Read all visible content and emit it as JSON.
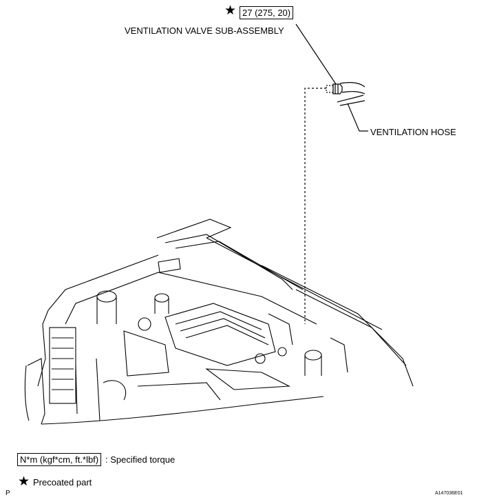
{
  "callouts": {
    "torque_value": "27 (275, 20)",
    "valve_label": "VENTILATION VALVE SUB-ASSEMBLY",
    "hose_label": "VENTILATION HOSE"
  },
  "legend": {
    "torque_box": "N*m (kgf*cm, ft.*lbf)",
    "torque_desc": ": Specified torque",
    "precoated_desc": "Precoated part"
  },
  "footer": {
    "page_marker": "P",
    "figure_id": "A147036E01"
  },
  "icons": {
    "star": "star-icon"
  }
}
